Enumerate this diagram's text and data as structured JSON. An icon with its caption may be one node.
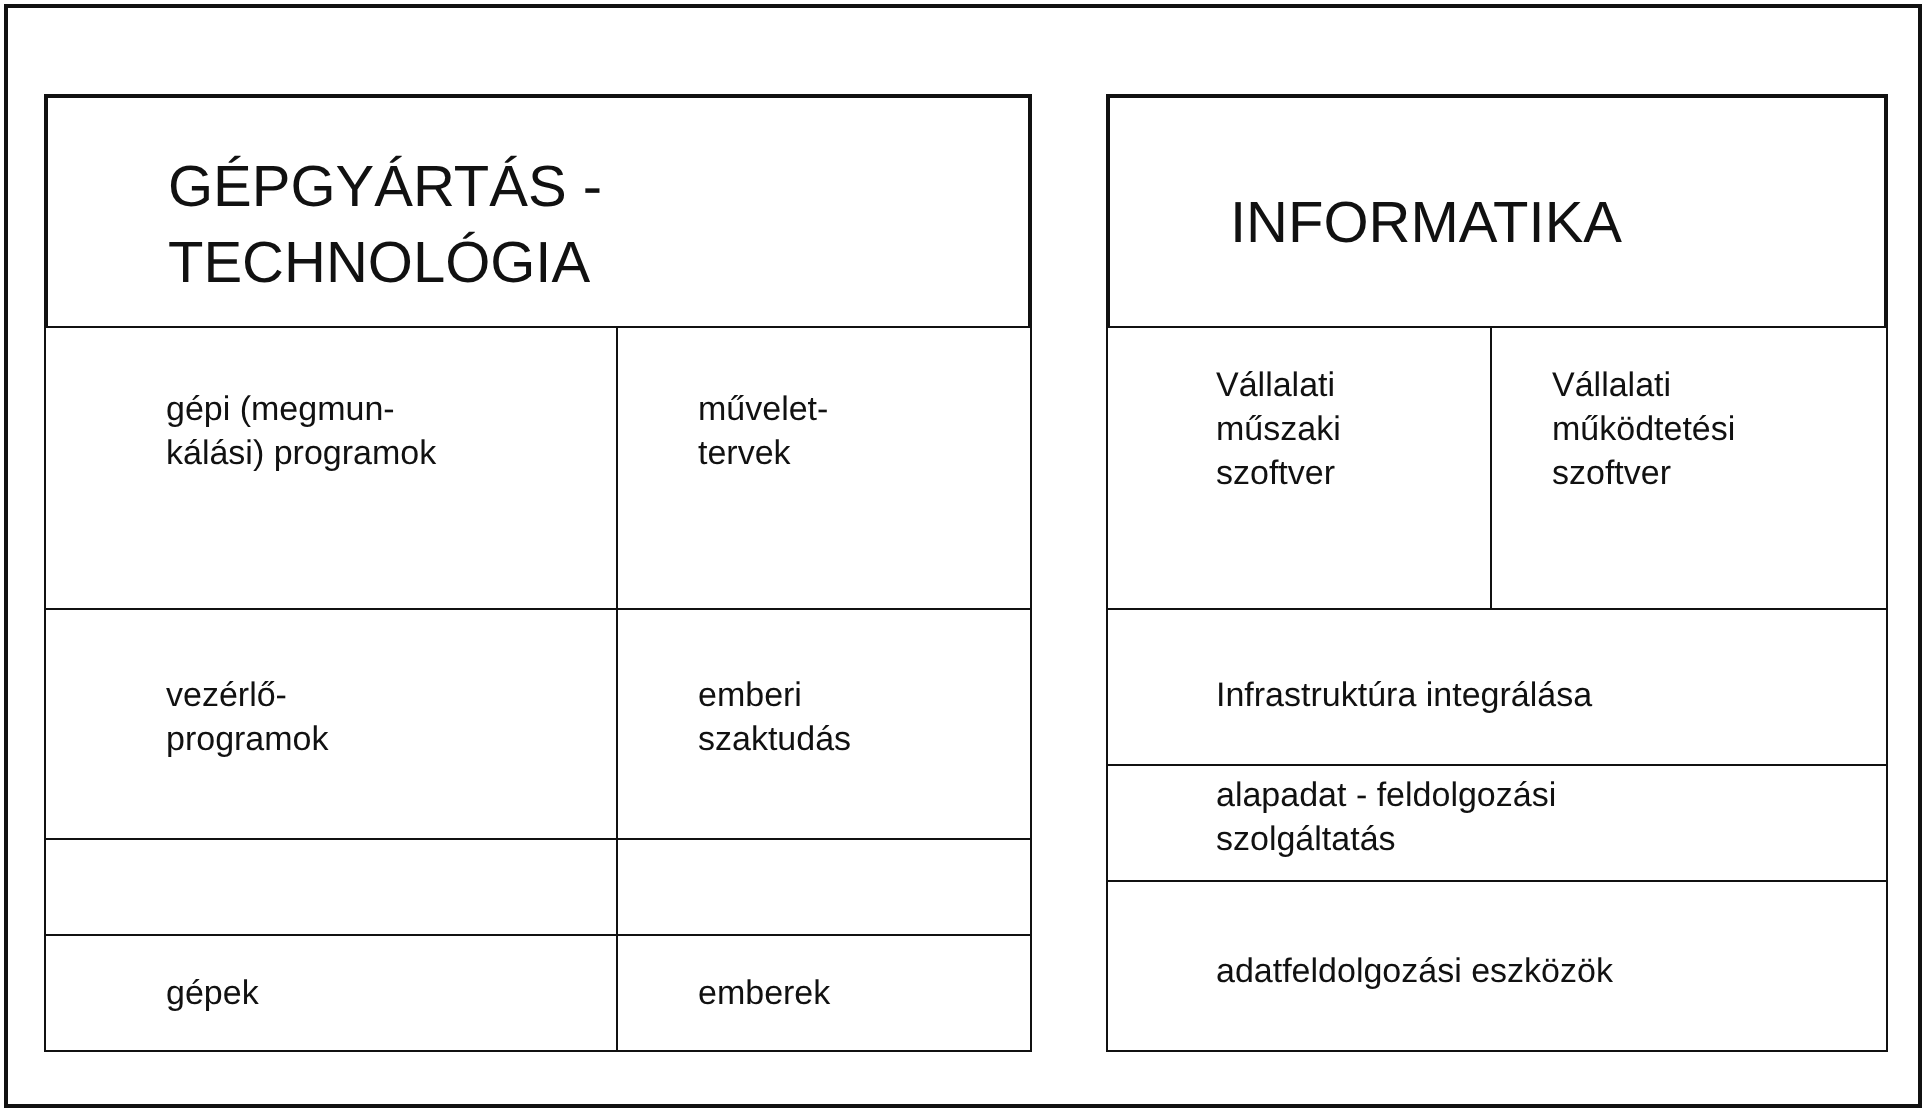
{
  "diagram": {
    "nodes": [
      {
        "text": [
          "GÉPGYÁRTÁS - TECHNOLÓGIA"
        ]
      },
      {
        "text": [
          "gépi (megmun- kálási) programok"
        ],
        "in": 0
      },
      {
        "text": [
          "művelet- tervek"
        ],
        "in": 0
      },
      {
        "text": [
          "vezérlő- programok"
        ],
        "in": 0
      },
      {
        "text": [
          "emberi szaktudás"
        ],
        "in": 0
      },
      {
        "text": [],
        "shape": "box",
        "in": 0
      },
      {
        "text": [],
        "shape": "box",
        "in": 0
      },
      {
        "text": [
          "gépek"
        ],
        "in": 0
      },
      {
        "text": [
          "emberek"
        ],
        "in": 0
      },
      {
        "text": [
          "INFORMATIKA"
        ]
      },
      {
        "text": [
          "Vállalati műszaki szoftver"
        ],
        "in": 9
      },
      {
        "text": [
          "Vállalati működtetési szoftver"
        ],
        "in": 9
      },
      {
        "text": [
          "Infrastruktúra integrálása"
        ],
        "in": 9
      },
      {
        "text": [
          "alapadat - feldolgozási szolgáltatás"
        ],
        "in": 9
      },
      {
        "text": [
          "adatfeldolgozási eszközök"
        ],
        "in": 9
      }
    ]
  }
}
